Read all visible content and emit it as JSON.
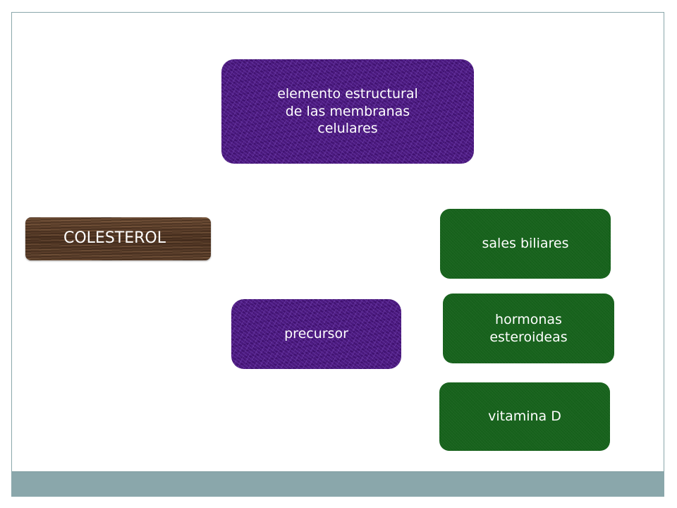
{
  "diagram": {
    "nodes": {
      "structural_element": {
        "text": "elemento estructural\nde las membranas\ncelulares"
      },
      "cholesterol": {
        "text": "COLESTEROL"
      },
      "precursor": {
        "text": "precursor"
      },
      "bile_salts": {
        "text": "sales biliares"
      },
      "steroid_hormones": {
        "text": "hormonas\nesteroideas"
      },
      "vitamin_d": {
        "text": "vitamina D"
      }
    }
  },
  "colors": {
    "purple_box": "#4b1a7f",
    "green_box": "#17631c",
    "wood_box": "#5a3e2b",
    "footer_bar": "#8aa7ab"
  }
}
